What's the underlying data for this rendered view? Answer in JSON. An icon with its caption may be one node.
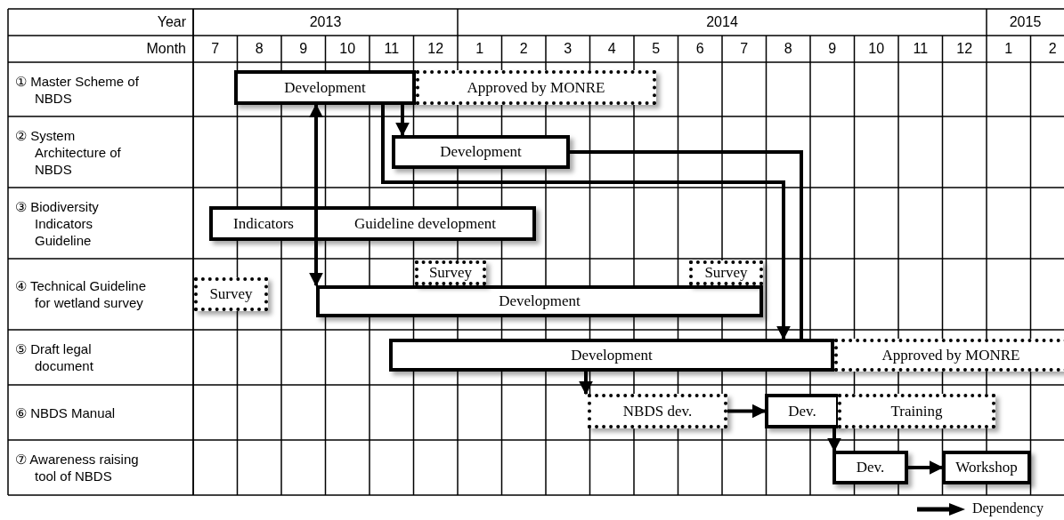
{
  "diagram": {
    "nodes": [
      {
        "text": [
          "Development"
        ]
      },
      {
        "text": [
          "Approved by MONRE"
        ]
      },
      {
        "text": [
          "Development"
        ]
      },
      {
        "text": [
          "Indicators"
        ]
      },
      {
        "text": [
          "Guideline development"
        ]
      },
      {
        "text": [
          "Survey"
        ]
      },
      {
        "text": [
          "Development"
        ]
      },
      {
        "text": [
          "Survey"
        ]
      },
      {
        "text": [
          "Survey"
        ]
      },
      {
        "text": [
          "Development"
        ]
      },
      {
        "text": [
          "Approved by MONRE"
        ]
      },
      {
        "text": [
          "NBDS dev."
        ]
      },
      {
        "text": [
          "Dev."
        ]
      },
      {
        "text": [
          "Training"
        ]
      },
      {
        "text": [
          "Dev."
        ]
      },
      {
        "text": [
          "Workshop"
        ]
      }
    ],
    "edges": [
      {
        "from": 0,
        "to": 6,
        "arrow": "both"
      },
      {
        "from": 0,
        "to": 2,
        "arrow": "to"
      },
      {
        "from": 0,
        "to": 9,
        "arrow": "to"
      },
      {
        "from": 2,
        "to": 9,
        "arrow": "none"
      },
      {
        "from": 9,
        "to": 11,
        "arrow": "to"
      },
      {
        "from": 11,
        "to": 12,
        "arrow": "to"
      },
      {
        "from": 12,
        "to": 14,
        "arrow": "to"
      },
      {
        "from": 14,
        "to": 15,
        "arrow": "to"
      }
    ],
    "labels": [
      "Year",
      "2013",
      "2014",
      "2015",
      "Month",
      "7",
      "8",
      "9",
      "10",
      "11",
      "12",
      "1",
      "2",
      "3",
      "4",
      "5",
      "6",
      "7",
      "8",
      "9",
      "10",
      "11",
      "12",
      "1",
      "2",
      "① Master Scheme of NBDS",
      "② System Architecture of NBDS",
      "③ Biodiversity Indicators Guideline",
      "④ Technical Guideline for wetland survey",
      "⑤ Draft legal document",
      "⑥ NBDS Manual",
      "⑦ Awareness raising tool of NBDS"
    ],
    "legend": [
      {
        "text": "Dependency"
      }
    ]
  }
}
